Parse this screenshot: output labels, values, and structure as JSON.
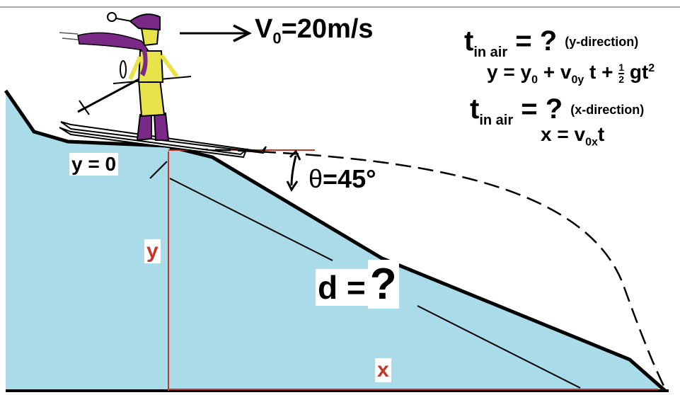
{
  "colors": {
    "slope_fill": "#a9dbe9",
    "outline": "#000000",
    "measure_red": "#c0392b",
    "skier_yellow": "#e9e34b",
    "skier_purple": "#7a2a86",
    "trajectory": "#000000"
  },
  "velocity": {
    "symbol": "V",
    "subscript": "0",
    "value": "=20m/s"
  },
  "angle": {
    "symbol": "θ",
    "value": "=45°"
  },
  "y_zero_label": "y = 0",
  "y_label": "y",
  "x_label": "x",
  "d_label": "d =",
  "d_unknown": "?",
  "eq_y": {
    "t": "t",
    "t_sub": "in air",
    "question": "= ?",
    "note": "(y-direction)",
    "line2_a": "y = y",
    "line2_a_sub": "0",
    "line2_b": "+ v",
    "line2_b_sub": "0y",
    "line2_c": "t +",
    "frac_num": "1",
    "frac_den": "2",
    "line2_d": "gt",
    "line2_d_sup": "2"
  },
  "eq_x": {
    "t": "t",
    "t_sub": "in air",
    "question": "= ?",
    "note": "(x-direction)",
    "line2_a": "x = v",
    "line2_a_sub": "0x",
    "line2_b": "t"
  },
  "icons": [
    "skier-icon",
    "velocity-arrow-icon",
    "angle-arc-icon"
  ]
}
